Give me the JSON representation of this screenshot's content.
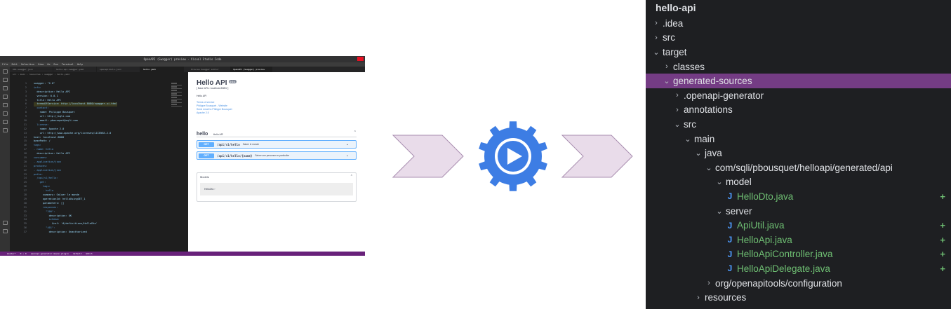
{
  "vscode": {
    "window_title": "OpenAPI (Swagger) preview - Visual Studio Code",
    "menu": [
      "File",
      "Edit",
      "Selection",
      "View",
      "Go",
      "Run",
      "Terminal",
      "Help"
    ],
    "editor_tabs": [
      "OAS.swagger.json",
      "hello-api-swagger.yaml",
      "openapitools.json",
      "hello.yaml"
    ],
    "breadcrumb": "src › main › resources › swagger › hello.yaml",
    "preview_tabs": [
      "Preview Swagger editor",
      "OpenAPI (Swagger) preview"
    ],
    "code_lines": [
      {
        "n": "1",
        "t": "swagger: \"2.0\""
      },
      {
        "n": "2",
        "t": "info:"
      },
      {
        "n": "3",
        "t": "  description: Hello API"
      },
      {
        "n": "4",
        "t": "  version: 0.0.1"
      },
      {
        "n": "5",
        "t": "  title: Hello API"
      },
      {
        "n": "6",
        "t": "  termsOfService: http://localhost.8080/swagger-ui.html"
      },
      {
        "n": "7",
        "t": "  contact:"
      },
      {
        "n": "8",
        "t": "    name: Philippe Bousquet"
      },
      {
        "n": "9",
        "t": "    url: http://sqli.com"
      },
      {
        "n": "10",
        "t": "    email: pbousquet@sqli.com"
      },
      {
        "n": "11",
        "t": "  license:"
      },
      {
        "n": "12",
        "t": "    name: Apache 2.0"
      },
      {
        "n": "13",
        "t": "    url: http://www.apache.org/licenses/LICENSE-2.0"
      },
      {
        "n": "14",
        "t": "host: localhost:8080"
      },
      {
        "n": "15",
        "t": "basePath: /"
      },
      {
        "n": "16",
        "t": "tags:"
      },
      {
        "n": "17",
        "t": "- name: hello"
      },
      {
        "n": "18",
        "t": "  description: Hello API"
      },
      {
        "n": "19",
        "t": "consumes:"
      },
      {
        "n": "20",
        "t": "- application/json"
      },
      {
        "n": "21",
        "t": "produces:"
      },
      {
        "n": "22",
        "t": "- application/json"
      },
      {
        "n": "23",
        "t": "paths:"
      },
      {
        "n": "24",
        "t": "  /api/v1/hello:"
      },
      {
        "n": "25",
        "t": "    get:"
      },
      {
        "n": "26",
        "t": "      tags:"
      },
      {
        "n": "27",
        "t": "      - hello"
      },
      {
        "n": "28",
        "t": "      summary: Saluer le monde"
      },
      {
        "n": "29",
        "t": "      operationId: helloUsingGET_1"
      },
      {
        "n": "30",
        "t": "      parameters: []"
      },
      {
        "n": "31",
        "t": "      responses:"
      },
      {
        "n": "32",
        "t": "        \"200\":"
      },
      {
        "n": "33",
        "t": "          description: OK"
      },
      {
        "n": "34",
        "t": "          schema:"
      },
      {
        "n": "35",
        "t": "            $ref: '#/definitions/HelloDto'"
      },
      {
        "n": "36",
        "t": "        \"401\":"
      },
      {
        "n": "37",
        "t": "          description: Unauthorized"
      }
    ],
    "swagger": {
      "title": "Hello API",
      "version": "0.0.1",
      "base_url": "[ Base URL: localhost:8080/ ]",
      "description": "Hello API",
      "links": [
        "Terms of service",
        "Philippe Bousquet - Website",
        "Send email to Philippe Bousquet",
        "Apache 2.0"
      ],
      "tag_name": "hello",
      "tag_desc": "Hello API",
      "operations": [
        {
          "method": "GET",
          "path": "/api/v1/hello",
          "summary": "Saluer le monde"
        },
        {
          "method": "GET",
          "path": "/api/v1/hello/{name}",
          "summary": "Saluer une personne en particulier"
        }
      ],
      "models_title": "Models",
      "model_item": "HelloDto"
    },
    "status_items": [
      "master*",
      "0 ⚠ 0",
      "openapi-generator-maven-plugin",
      "default",
      "Watch"
    ]
  },
  "tree": {
    "title": "hello-api",
    "rows": [
      {
        "label": ".idea",
        "chev": "right",
        "type": "folder",
        "level": 0
      },
      {
        "label": "src",
        "chev": "right",
        "type": "folder",
        "level": 0
      },
      {
        "label": "target",
        "chev": "down",
        "type": "folder",
        "level": 0
      },
      {
        "label": "classes",
        "chev": "right",
        "type": "folder",
        "level": 1
      },
      {
        "label": "generated-sources",
        "chev": "down",
        "type": "folder",
        "level": 1,
        "selected": true
      },
      {
        "label": ".openapi-generator",
        "chev": "right",
        "type": "folder",
        "level": 2
      },
      {
        "label": "annotations",
        "chev": "right",
        "type": "folder",
        "level": 2
      },
      {
        "label": "src",
        "chev": "down",
        "type": "folder",
        "level": 2
      },
      {
        "label": "main",
        "chev": "down",
        "type": "folder",
        "level": 3
      },
      {
        "label": "java",
        "chev": "down",
        "type": "folder",
        "level": 4
      },
      {
        "label": "com/sqli/pbousquet/helloapi/generated/api",
        "chev": "down",
        "type": "folder",
        "level": 5
      },
      {
        "label": "model",
        "chev": "down",
        "type": "folder",
        "level": 6
      },
      {
        "label": "HelloDto.java",
        "type": "java",
        "level": 7,
        "added": true
      },
      {
        "label": "server",
        "chev": "down",
        "type": "folder",
        "level": 6
      },
      {
        "label": "ApiUtil.java",
        "type": "java",
        "level": 7,
        "added": true
      },
      {
        "label": "HelloApi.java",
        "type": "java",
        "level": 7,
        "added": true
      },
      {
        "label": "HelloApiController.java",
        "type": "java",
        "level": 7,
        "added": true
      },
      {
        "label": "HelloApiDelegate.java",
        "type": "java",
        "level": 7,
        "added": true
      },
      {
        "label": "org/openapitools/configuration",
        "chev": "right",
        "type": "folder",
        "level": 5
      },
      {
        "label": "resources",
        "chev": "right",
        "type": "folder",
        "level": 4
      }
    ],
    "add_marker": "+",
    "java_icon": "J"
  },
  "colors": {
    "selection": "#743c84",
    "arrow_fill": "#e9dcea",
    "arrow_stroke": "#a98eb0",
    "gear": "#3d7de4",
    "java_icon": "#4e9cff",
    "added_file": "#6fbf73",
    "status_bar": "#68217a"
  }
}
